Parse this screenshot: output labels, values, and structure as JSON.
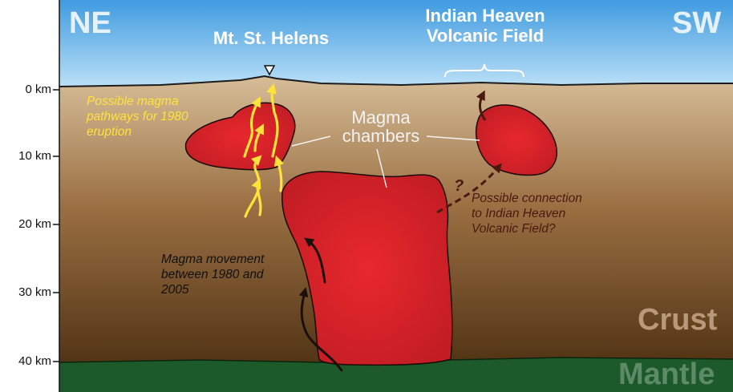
{
  "depth_axis": [
    "0 km",
    "10 km",
    "20 km",
    "30 km",
    "40 km"
  ],
  "direction": {
    "left": "NE",
    "right": "SW"
  },
  "features": {
    "volcano": "Mt. St. Helens",
    "field_line1": "Indian Heaven",
    "field_line2": "Volcanic Field"
  },
  "chambers": {
    "line1": "Magma",
    "line2": "chambers"
  },
  "notes": {
    "pathways": [
      "Possible magma",
      "pathways for 1980",
      "eruption"
    ],
    "connection": [
      "Possible connection",
      "to Indian Heaven",
      "Volcanic Field?"
    ],
    "movement": [
      "Magma movement",
      "between 1980 and",
      "2005"
    ],
    "question_mark": "?"
  },
  "layers": {
    "crust": "Crust",
    "mantle": "Mantle"
  },
  "colors": {
    "sky_top": "#3f9be0",
    "sky_bottom": "#bfe2f7",
    "crust_top": "#d6bd98",
    "crust_bottom": "#4f3214",
    "mantle": "#1d5a2a",
    "magma": "#d8242b",
    "pathway_arrow": "#ffe23a",
    "connection_arrow": "#4a1a10",
    "movement_arrow": "#1a1008"
  }
}
